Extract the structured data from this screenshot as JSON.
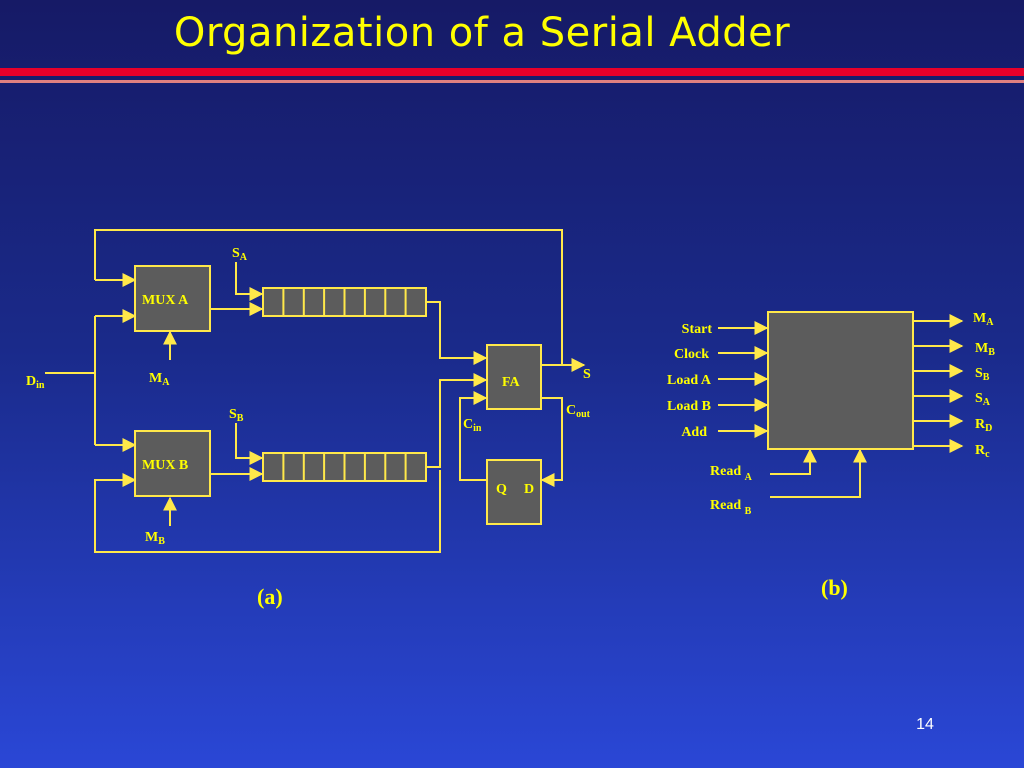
{
  "title": "Organization of a Serial Adder",
  "page_number": "14",
  "colors": {
    "wire": "#ffe84a",
    "text": "#ffff00",
    "block_fill": "#5c5c5c",
    "rule_red": "#e8002a",
    "rule_pink": "#e08080"
  },
  "diagram_a": {
    "caption": "(a)",
    "mux_a": "MUX A",
    "mux_b": "MUX B",
    "fa": "FA",
    "ff_q": "Q",
    "ff_d": "D",
    "din": {
      "main": "D",
      "sub": "in"
    },
    "sa": {
      "main": "S",
      "sub": "A"
    },
    "sb": {
      "main": "S",
      "sub": "B"
    },
    "ma": {
      "main": "M",
      "sub": "A"
    },
    "mb": {
      "main": "M",
      "sub": "B"
    },
    "s": "S",
    "cin": {
      "main": "C",
      "sub": "in"
    },
    "cout": {
      "main": "C",
      "sub": "out"
    }
  },
  "diagram_b": {
    "caption": "(b)",
    "inputs": [
      "Start",
      "Clock",
      "Load A",
      "Load B",
      "Add"
    ],
    "outputs": [
      {
        "main": "M",
        "sub": "A"
      },
      {
        "main": "M",
        "sub": "B"
      },
      {
        "main": "S",
        "sub": "B"
      },
      {
        "main": "S",
        "sub": "A"
      },
      {
        "main": "R",
        "sub": "D"
      },
      {
        "main": "R",
        "sub": "c"
      }
    ],
    "read_a": {
      "main": "Read ",
      "sub": "A"
    },
    "read_b": {
      "main": "Read ",
      "sub": "B"
    }
  }
}
